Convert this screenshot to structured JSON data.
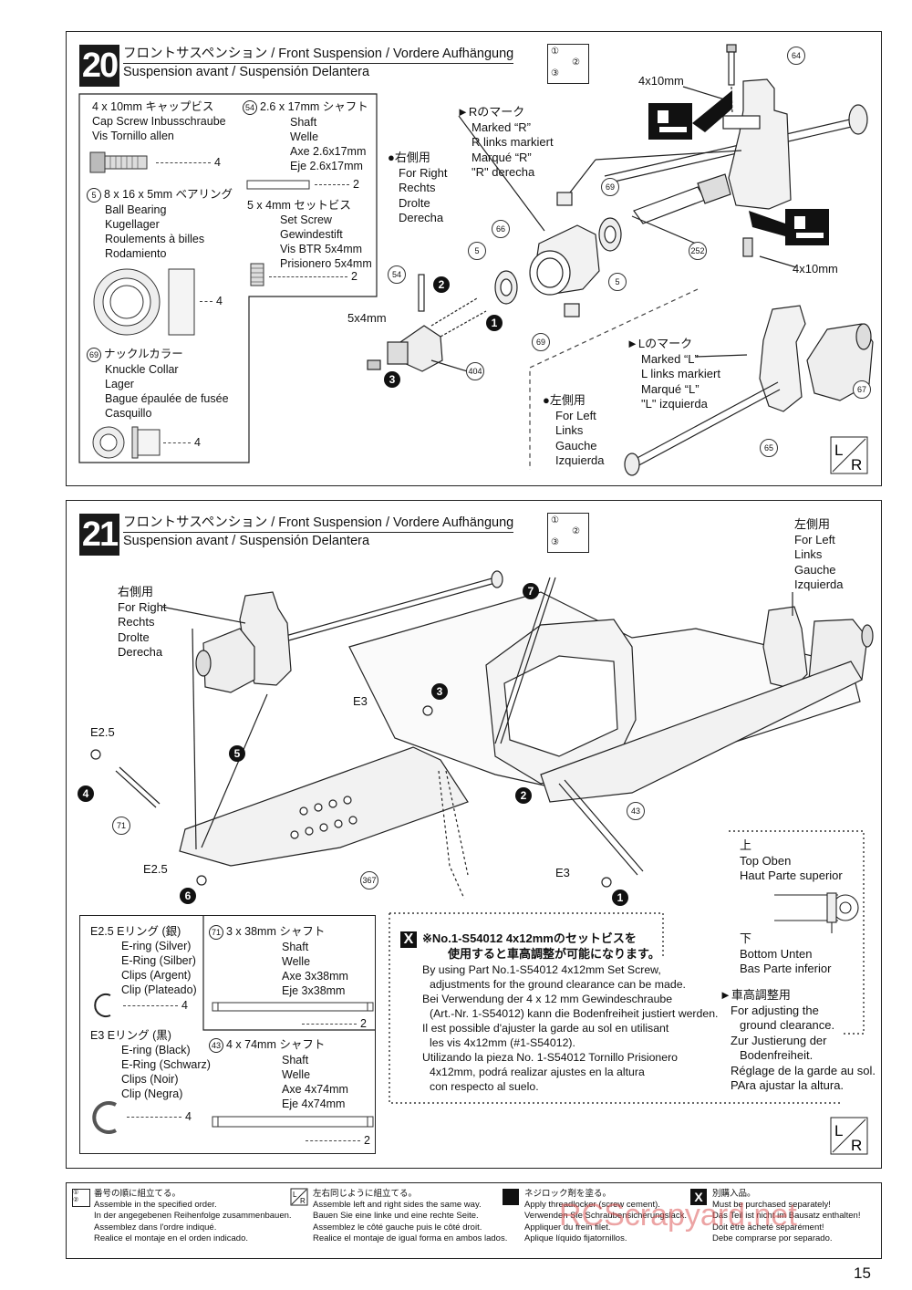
{
  "page_number": "15",
  "watermark": "RCScrapyard.net",
  "step20": {
    "number": "20",
    "title_line1": "フロントサスペンション / Front Suspension / Vordere Aufhängung",
    "title_line2": "Suspension avant / Suspensión Delantera",
    "order_icon": [
      "①",
      "②",
      "③"
    ],
    "parts": {
      "cap_screw": {
        "lines": [
          "4 x 10mm  キャップビス",
          "Cap Screw    Inbusschraube",
          "Vis    Tornillo allen"
        ],
        "qty": "4"
      },
      "bearing": {
        "id": "5",
        "lines": [
          "8 x 16 x 5mm ベアリング",
          "Ball Bearing",
          "Kugellager",
          "Roulements à billes",
          "Rodamiento"
        ],
        "qty": "4"
      },
      "knuckle_collar": {
        "id": "69",
        "lines": [
          "ナックルカラー",
          "Knuckle Collar",
          "Lager",
          "Bague épaulée de fusée",
          "Casquillo"
        ],
        "qty": "4"
      },
      "shaft": {
        "id": "54",
        "lines": [
          "2.6 x 17mm シャフト",
          "Shaft",
          "Welle",
          "Axe 2.6x17mm",
          "Eje 2.6x17mm"
        ],
        "qty": "2"
      },
      "set_screw": {
        "lines": [
          "5 x 4mm  セットビス",
          "Set Screw",
          "Gewindestift",
          "Vis BTR 5x4mm",
          "Prisionero 5x4mm"
        ],
        "qty": "2"
      }
    },
    "right_label": [
      "●右側用",
      "For Right",
      "Rechts",
      "Drolte",
      "Derecha"
    ],
    "marked_r": [
      "►Rのマーク",
      "Marked “R”",
      "R links markiert",
      "Marqué “R”",
      "\"R\" derecha"
    ],
    "left_label": [
      "●左側用",
      "For Left",
      "Links",
      "Gauche",
      "Izquierda"
    ],
    "marked_l": [
      "►Lのマーク",
      "Marked “L”",
      "L links markiert",
      "Marqué “L”",
      "\"L\" izquierda"
    ],
    "screw_top": "4x10mm",
    "screw_bottom": "4x10mm",
    "setscrew_label": "5x4mm",
    "callouts": [
      "64",
      "69",
      "66",
      "5",
      "5",
      "54",
      "252",
      "69",
      "404",
      "67",
      "65"
    ],
    "steps": [
      "2",
      "1",
      "3"
    ],
    "lr": "L/R"
  },
  "step21": {
    "number": "21",
    "title_line1": "フロントサスペンション / Front Suspension / Vordere Aufhängung",
    "title_line2": "Suspension avant / Suspensión Delantera",
    "order_icon": [
      "①",
      "②",
      "③"
    ],
    "right_label": [
      "右側用",
      "For Right",
      "Rechts",
      "Drolte",
      "Derecha"
    ],
    "left_label": [
      "左側用",
      "For Left",
      "Links",
      "Gauche",
      "Izquierda"
    ],
    "labels": {
      "e3a": "E3",
      "e25a": "E2.5",
      "e25b": "E2.5",
      "e3b": "E3"
    },
    "callouts": [
      "71",
      "367",
      "43"
    ],
    "steps": [
      "7",
      "3",
      "5",
      "4",
      "2",
      "6",
      "1"
    ],
    "parts": {
      "e_ring_silver": {
        "lines": [
          "E2.5  Eリング (銀)",
          "E-ring (Silver)",
          "E-Ring (Silber)",
          "Clips (Argent)",
          "Clip (Plateado)"
        ],
        "qty": "4"
      },
      "e_ring_black": {
        "lines": [
          "E3  Eリング (黒)",
          "E-ring (Black)",
          "E-Ring (Schwarz)",
          "Clips (Noir)",
          "Clip (Negra)"
        ],
        "qty": "4"
      },
      "shaft71": {
        "id": "71",
        "lines": [
          "3 x 38mm  シャフト",
          "Shaft",
          "Welle",
          "Axe 3x38mm",
          "Eje 3x38mm"
        ],
        "qty": "2"
      },
      "shaft43": {
        "id": "43",
        "lines": [
          "4 x 74mm  シャフト",
          "Shaft",
          "Welle",
          "Axe 4x74mm",
          "Eje 4x74mm"
        ],
        "qty": "2"
      }
    },
    "note": {
      "head": [
        "※No.1-S54012 4x12mmのセットビスを",
        "使用すると車高調整が可能になります。"
      ],
      "body": [
        "By using Part No.1-S54012 4x12mm Set Screw,",
        "adjustments for the ground clearance can be made.",
        "Bei Verwendung der 4 x 12 mm Gewindeschraube",
        "(Art.-Nr. 1-S54012) kann die Bodenfreiheit justiert werden.",
        "Il est possible d'ajuster la garde au sol en utilisant",
        "les vis 4x12mm (#1-S54012).",
        "Utilizando la pieza No. 1-S54012 Tornillo Prisionero",
        "4x12mm, podrá realizar ajustes en la altura",
        "con respecto al suelo."
      ],
      "top": [
        "上",
        "Top    Oben",
        "Haut   Parte superior"
      ],
      "bottom": [
        "下",
        "Bottom    Unten",
        "Bas        Parte inferior"
      ],
      "adjust": [
        "►車高調整用",
        "For adjusting the",
        "ground clearance.",
        "Zur Justierung der",
        "Bodenfreiheit.",
        "Réglage de la garde au sol.",
        "PAra ajustar la altura."
      ]
    },
    "lr": "L/R"
  },
  "footer": [
    {
      "icon": "order-icon",
      "lines": [
        "番号の順に組立てる。",
        "Assemble in the specified order.",
        "In der angegebenen Reihenfolge zusammenbauen.",
        "Assemblez dans l'ordre indiqué.",
        "Realice el montaje en el orden indicado."
      ]
    },
    {
      "icon": "lr-icon",
      "lines": [
        "左右同じように組立てる。",
        "Assemble left and right sides the same way.",
        "Bauen Sie eine linke und eine rechte Seite.",
        "Assemblez le côté gauche puis le côté droit.",
        "Realice el montaje de igual forma en ambos lados."
      ]
    },
    {
      "icon": "threadlock-icon",
      "lines": [
        "ネジロック剤を塗る。",
        "Apply threadlocker (screw cement).",
        "Verwenden Sie Schraubensicherungslack.",
        "Appliquer du frein filet.",
        "Aplique líquido fijatornillos."
      ]
    },
    {
      "icon": "purchase-icon",
      "lines": [
        "別購入品。",
        "Must be purchased separately!",
        "Das Teil ist nicht im Bausatz enthalten!",
        "Doit être acheté séparément!",
        "Debe comprarse por separado."
      ]
    }
  ]
}
